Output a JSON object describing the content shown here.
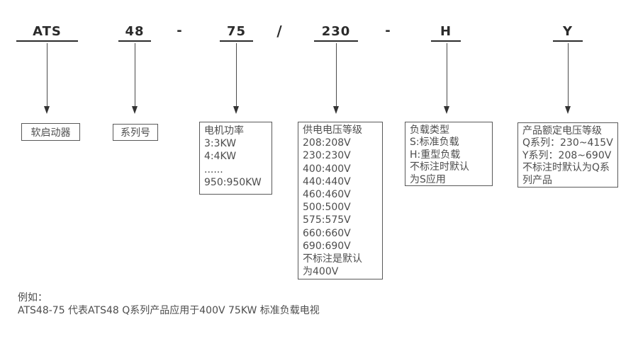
{
  "model_code": {
    "segments": [
      {
        "label": "ATS"
      },
      {
        "label": "48"
      },
      {
        "label": "75"
      },
      {
        "label": "230"
      },
      {
        "label": "H"
      },
      {
        "label": "Y"
      }
    ],
    "separators": [
      {
        "label": "-"
      },
      {
        "label": "/"
      },
      {
        "label": "-"
      }
    ]
  },
  "boxes": [
    {
      "name": "soft-starter",
      "lines": [
        "软启动器"
      ]
    },
    {
      "name": "series-number",
      "lines": [
        "系列号"
      ]
    },
    {
      "name": "motor-power",
      "lines": [
        "电机功率",
        "3:3KW",
        "4:4KW",
        "......",
        "950:950KW"
      ]
    },
    {
      "name": "supply-voltage",
      "lines": [
        "供电电压等级",
        "208:208V",
        "230:230V",
        "400:400V",
        "440:440V",
        "460:460V",
        "500:500V",
        "575:575V",
        "660:660V",
        "690:690V",
        "不标注是默认",
        "为400V"
      ]
    },
    {
      "name": "load-type",
      "lines": [
        "负载类型",
        "S:标准负载",
        "H:重型负载",
        "不标注时默认",
        "为S应用"
      ]
    },
    {
      "name": "rated-voltage",
      "lines": [
        "产品额定电压等级",
        "Q系列：230~415V",
        "Y系列：208~690V",
        "不标注时默认为Q系",
        "列产品"
      ]
    }
  ],
  "example": {
    "label": "例如：",
    "text": "ATS48-75 代表ATS48 Q系列产品应用于400V 75KW 标准负载电视"
  },
  "colors": {
    "background": "#ffffff",
    "code_ink": "#2b2b2b",
    "box_border": "#595959",
    "box_text": "#4d4d4d",
    "arrow": "#4a4a4a"
  }
}
